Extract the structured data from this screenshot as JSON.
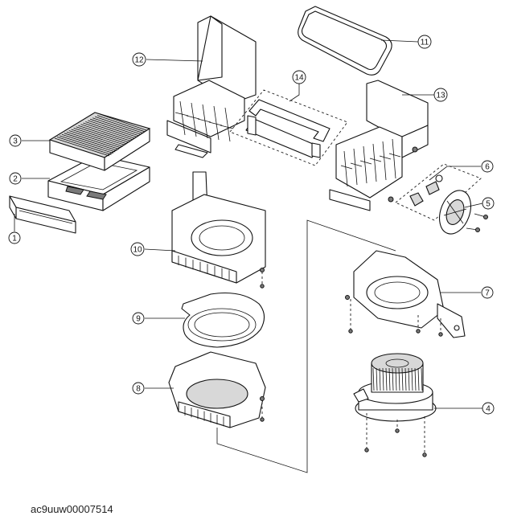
{
  "callouts": {
    "c1": "1",
    "c2": "2",
    "c3": "3",
    "c4": "4",
    "c5": "5",
    "c6": "6",
    "c7": "7",
    "c8": "8",
    "c9": "9",
    "c10": "10",
    "c11": "11",
    "c12": "12",
    "c13": "13",
    "c14": "14"
  },
  "caption": "ac9uuw00007514"
}
